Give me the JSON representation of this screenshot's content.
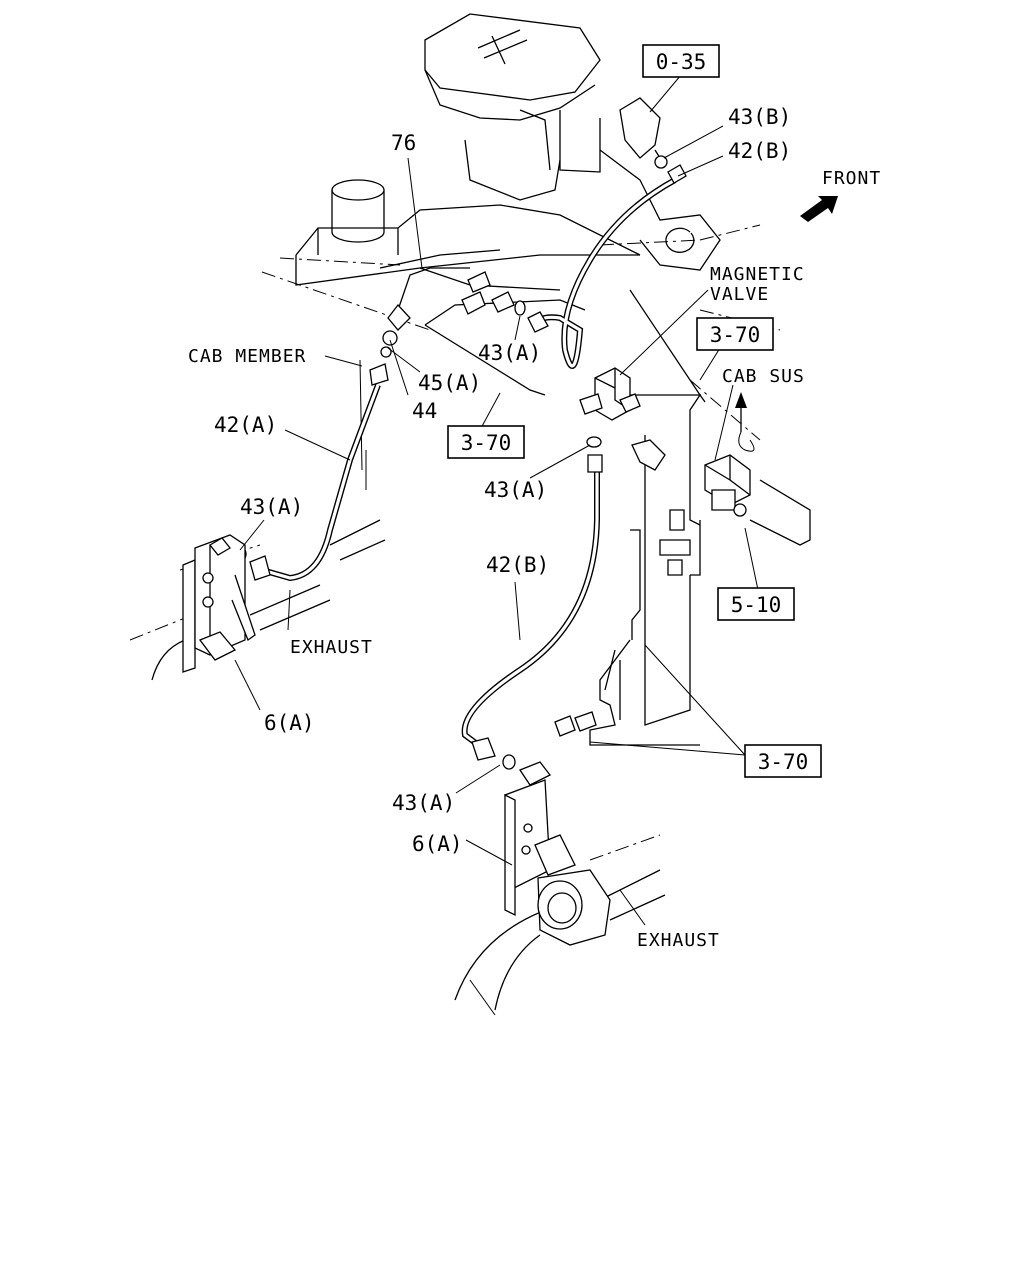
{
  "diagram": {
    "refs": {
      "ref_0_35": "0-35",
      "ref_3_70_a": "3-70",
      "ref_3_70_b": "3-70",
      "ref_3_70_c": "3-70",
      "ref_5_10": "5-10"
    },
    "labels": {
      "front": "FRONT",
      "magnetic_valve_line1": "MAGNETIC",
      "magnetic_valve_line2": "VALVE",
      "cab_sus": "CAB SUS",
      "cab_member": "CAB MEMBER",
      "exhaust_left": "EXHAUST",
      "exhaust_bottom": "EXHAUST"
    },
    "part_numbers": {
      "p76": "76",
      "p43b": "43(B)",
      "p42b_top": "42(B)",
      "p43a_mid": "43(A)",
      "p45a": "45(A)",
      "p44": "44",
      "p42a": "42(A)",
      "p43a_left": "43(A)",
      "p43a_center": "43(A)",
      "p42b_center": "42(B)",
      "p6a_left": "6(A)",
      "p43a_bottom": "43(A)",
      "p6a_bottom": "6(A)"
    }
  }
}
